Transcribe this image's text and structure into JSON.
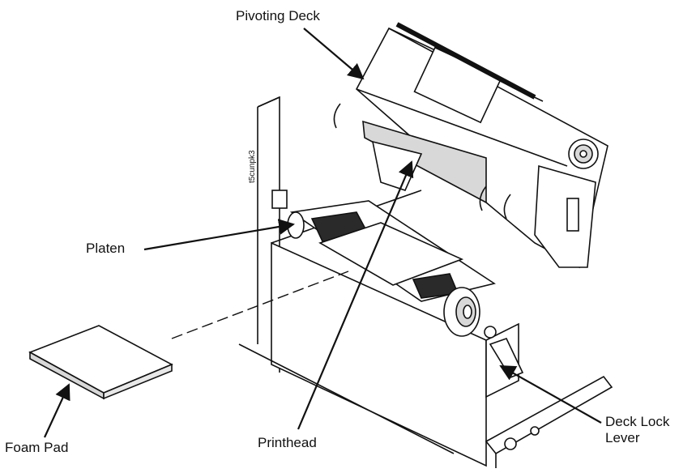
{
  "labels": {
    "pivoting_deck": "Pivoting Deck",
    "platen": "Platen",
    "foam_pad": "Foam Pad",
    "printhead": "Printhead",
    "deck_lock_lever_line1": "Deck Lock",
    "deck_lock_lever_line2": "Lever",
    "figure_code": "t5cunpk3"
  },
  "colors": {
    "line": "#111111",
    "fill_light": "#ffffff",
    "fill_shade": "#d8d8d8",
    "fill_dark": "#2a2a2a"
  }
}
